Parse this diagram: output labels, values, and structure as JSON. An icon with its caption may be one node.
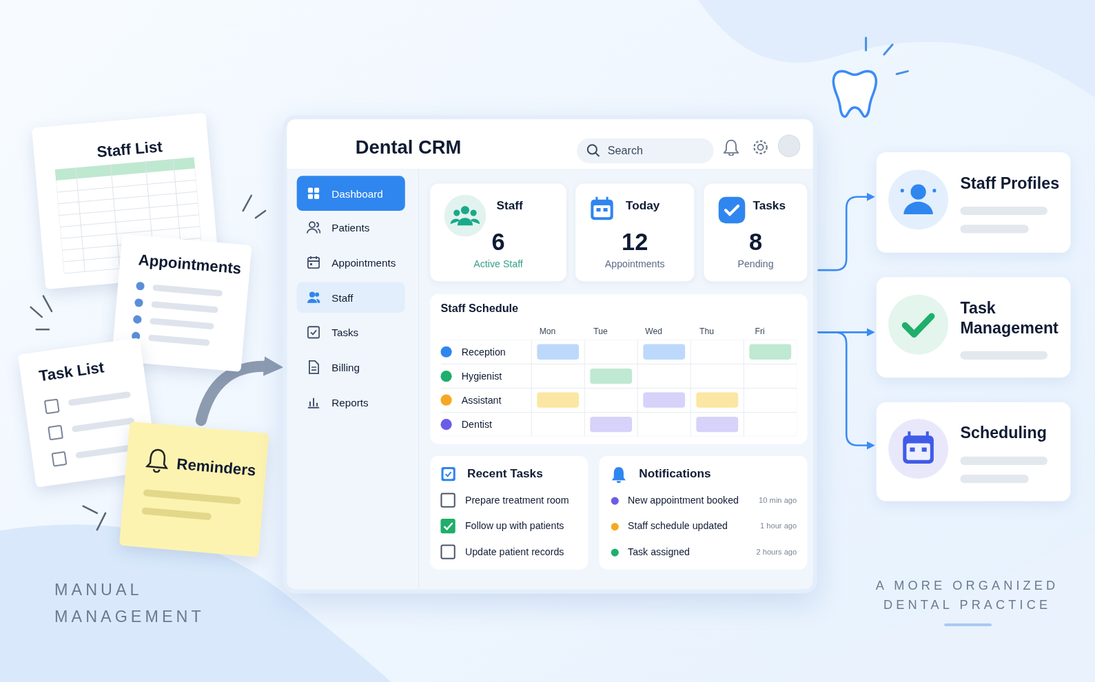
{
  "diagram": {
    "nodes": [
      {
        "text": [
          "Staff List"
        ]
      },
      {
        "text": [
          "Appointments"
        ]
      },
      {
        "text": [
          "Task List"
        ]
      },
      {
        "text": [
          "Reminders"
        ]
      },
      {
        "text": [
          "Dental CRM"
        ]
      },
      {
        "text": [
          "Search"
        ],
        "in": 4
      },
      {
        "text": [
          "Staff",
          "6",
          "Active Staff"
        ],
        "in": 4
      },
      {
        "text": [
          "Today",
          "12",
          "Appointments"
        ],
        "in": 4
      },
      {
        "text": [
          "Tasks",
          "8",
          "Pending"
        ],
        "in": 4
      },
      {
        "text": [
          "Staff Schedule"
        ],
        "in": 4
      },
      {
        "text": [
          "Recent Tasks",
          "Prepare treatment room",
          "Follow up with patients",
          "Update patient records"
        ],
        "in": 4
      },
      {
        "text": [
          "Notifications",
          "New appointment booked",
          "10 min ago",
          "Staff schedule updated",
          "1 hour ago",
          "Task assigned",
          "2 hours ago"
        ],
        "in": 4
      },
      {
        "text": [
          "Staff Profiles"
        ]
      },
      {
        "text": [
          "Task Management"
        ]
      },
      {
        "text": [
          "Scheduling"
        ]
      }
    ],
    "edges": [
      {
        "from": 3,
        "to": 4,
        "arrow": "to",
        "style": "thick",
        "color": "#8d9bb0"
      },
      {
        "from": 4,
        "to": 12,
        "arrow": "to"
      },
      {
        "from": 4,
        "to": 13,
        "arrow": "to"
      },
      {
        "from": 4,
        "to": 14,
        "arrow": "to"
      }
    ],
    "labels": [
      "Dashboard",
      "Patients",
      "Appointments",
      "Staff",
      "Tasks",
      "Billing",
      "Reports",
      "Mon",
      "Tue",
      "Wed",
      "Thu",
      "Fri",
      "Reception",
      "Hygienist",
      "Assistant",
      "Dentist",
      "MANUAL MANAGEMENT",
      "A MORE ORGANIZED DENTAL PRACTICE"
    ]
  }
}
